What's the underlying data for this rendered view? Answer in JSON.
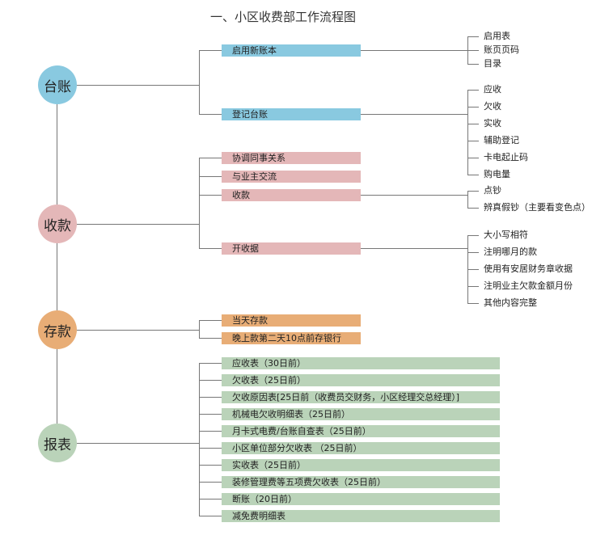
{
  "title": "一、小区收费部工作流程图",
  "colors": {
    "taizhang": "#89c9e0",
    "shoukuan": "#e4b7b8",
    "cunkuan": "#e8ad76",
    "baobiao": "#bad3b9",
    "line": "#777777"
  },
  "circles": {
    "taizhang": "台账",
    "shoukuan": "收款",
    "cunkuan": "存款",
    "baobiao": "报表"
  },
  "taizhang": {
    "qiyong": {
      "label": "启用新账本",
      "items": [
        "启用表",
        "账页页码",
        "目录"
      ]
    },
    "dengji": {
      "label": "登记台账",
      "items": [
        "应收",
        "欠收",
        "实收",
        "辅助登记",
        "卡电起止码",
        "购电量"
      ]
    }
  },
  "shoukuan": {
    "xietiao": "协调同事关系",
    "yezhu": "与业主交流",
    "shoukuan": {
      "label": "收款",
      "items": [
        "点钞",
        "辨真假钞（主要看变色点）"
      ]
    },
    "kaishouju": {
      "label": "开收据",
      "items": [
        "大小写相符",
        "注明哪月的款",
        "使用有安居财务章收据",
        "注明业主欠款金额月份",
        "其他内容完整"
      ]
    }
  },
  "cunkuan": {
    "items": [
      "当天存款",
      "晚上款第二天10点前存银行"
    ]
  },
  "baobiao": {
    "items": [
      "应收表（30日前）",
      "欠收表（25日前）",
      "欠收原因表[25日前（收费员交财务，小区经理交总经理）]",
      "机械电欠收明细表（25日前）",
      "月卡式电费/台账自查表（25日前）",
      "小区单位部分欠收表 （25日前）",
      "实收表（25日前）",
      "装修管理费等五项费欠收表（25日前）",
      "断账（20日前）",
      "减免费明细表"
    ]
  }
}
